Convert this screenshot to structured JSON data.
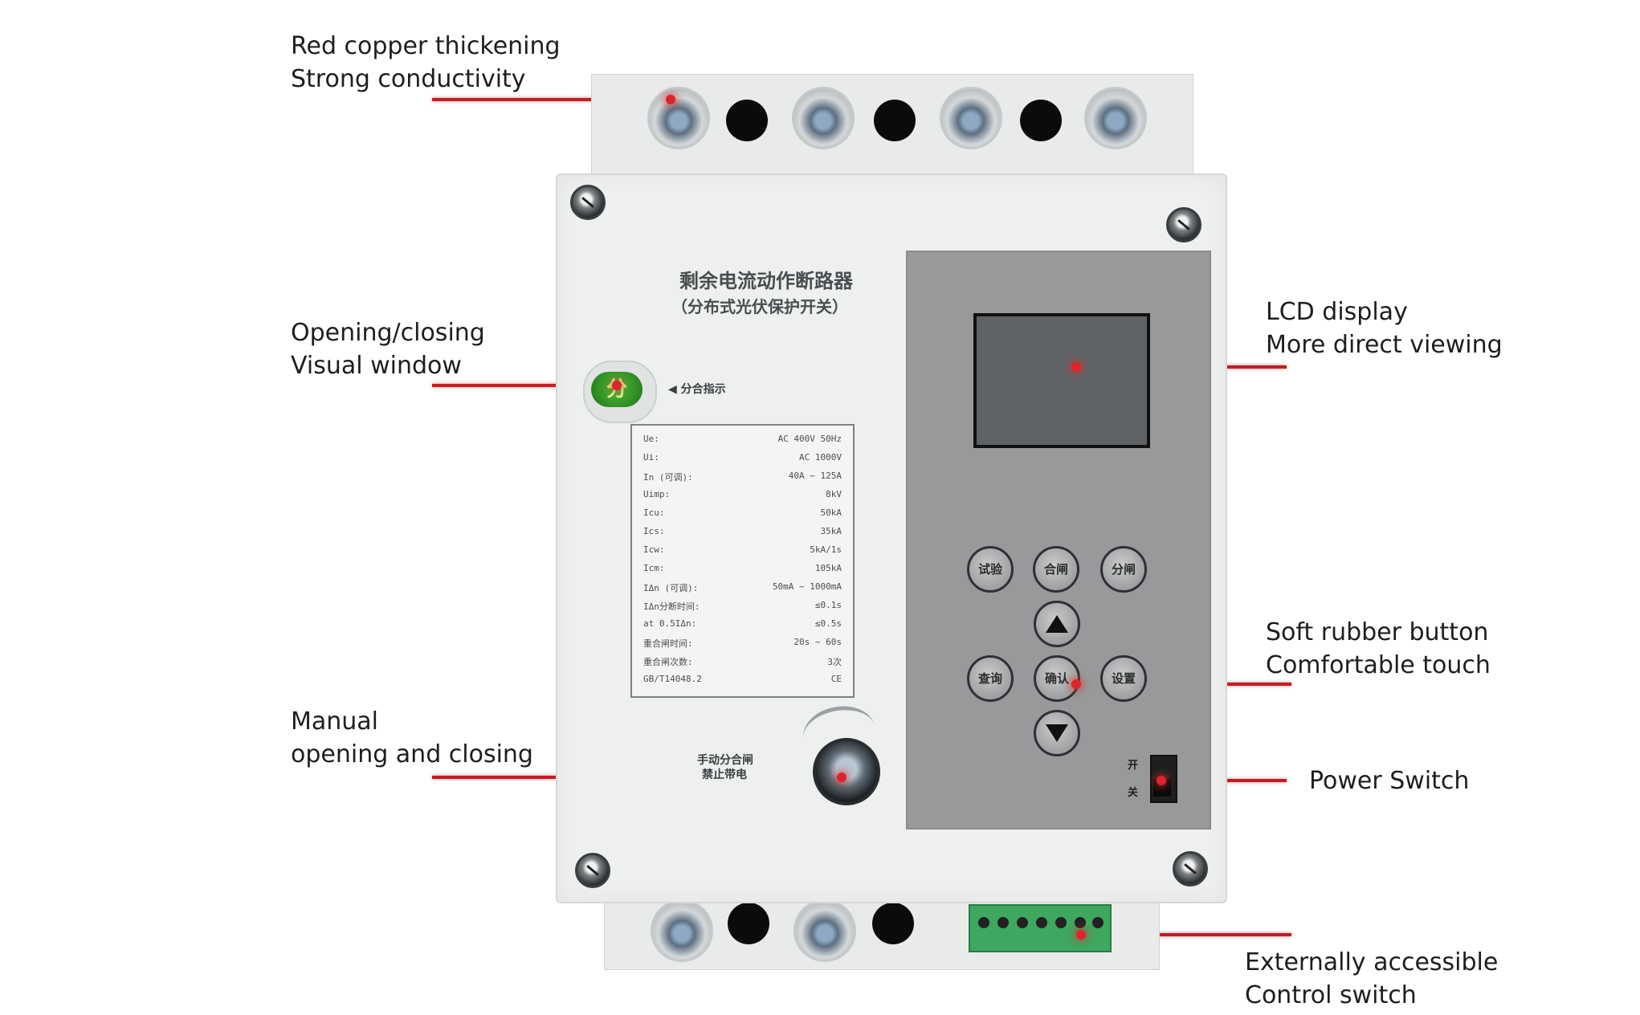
{
  "labels": {
    "copper": {
      "line1": "Red copper thickening",
      "line2": "Strong conductivity"
    },
    "window": {
      "line1": "Opening/closing",
      "line2": "Visual window"
    },
    "manual": {
      "line1": "Manual",
      "line2": "opening and closing"
    },
    "lcd": {
      "line1": "LCD display",
      "line2": "More direct viewing"
    },
    "button": {
      "line1": "Soft rubber button",
      "line2": "Comfortable touch"
    },
    "power": {
      "line1": "Power Switch"
    },
    "external": {
      "line1": "Externally accessible",
      "line2": "Control switch"
    }
  },
  "device": {
    "title_cn": "剩余电流动作断路器",
    "subtitle_cn": "（分布式光伏保护开关）",
    "window_glyph": "分",
    "window_note": "◀ 分合指示",
    "manual_note_1": "手动分合闸",
    "manual_note_2": "禁止带电",
    "switch_on": "开",
    "switch_off": "关",
    "keys": {
      "test": "试验",
      "close": "合闸",
      "open": "分闸",
      "query": "查询",
      "confirm": "确认",
      "set": "设置"
    },
    "plate": [
      {
        "l": "Ue:",
        "r": "AC 400V 50Hz"
      },
      {
        "l": "Ui:",
        "r": "AC 1000V"
      },
      {
        "l": "In (可调):",
        "r": "40A ~ 125A"
      },
      {
        "l": "Uimp:",
        "r": "8kV"
      },
      {
        "l": "Icu:",
        "r": "50kA"
      },
      {
        "l": "Ics:",
        "r": "35kA"
      },
      {
        "l": "Icw:",
        "r": "5kA/1s"
      },
      {
        "l": "Icm:",
        "r": "105kA"
      },
      {
        "l": "IΔn (可调):",
        "r": "50mA ~ 1000mA"
      },
      {
        "l": "IΔn分断时间:",
        "r": "≤0.1s"
      },
      {
        "l": "at 0.5IΔn:",
        "r": "≤0.5s"
      },
      {
        "l": "重合闸时间:",
        "r": "20s ~ 60s"
      },
      {
        "l": "重合闸次数:",
        "r": "3次"
      },
      {
        "l": "GB/T14048.2",
        "r": "CE"
      }
    ]
  },
  "colors": {
    "leader": "#b4242a",
    "panel": "#98999a",
    "body": "#eef0ef"
  }
}
